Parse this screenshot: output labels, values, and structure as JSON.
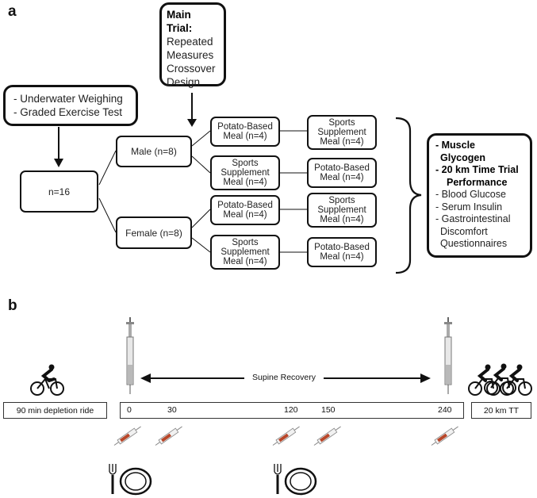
{
  "panel_a": {
    "label": "a",
    "main_trial": {
      "title": "Main Trial:",
      "lines": [
        "Repeated",
        "Measures",
        "Crossover",
        "Design"
      ]
    },
    "pretests": [
      "- Underwater Weighing",
      "- Graded Exercise Test"
    ],
    "total": "n=16",
    "groups": [
      {
        "label": "Male (n=8)",
        "rows": [
          {
            "first": [
              "Potato-Based",
              "Meal (n=4)"
            ],
            "second": [
              "Sports",
              "Supplement",
              "Meal (n=4)"
            ]
          },
          {
            "first": [
              "Sports",
              "Supplement",
              "Meal (n=4)"
            ],
            "second": [
              "Potato-Based",
              "Meal (n=4)"
            ]
          }
        ]
      },
      {
        "label": "Female (n=8)",
        "rows": [
          {
            "first": [
              "Potato-Based",
              "Meal (n=4)"
            ],
            "second": [
              "Sports",
              "Supplement",
              "Meal (n=4)"
            ]
          },
          {
            "first": [
              "Sports",
              "Supplement",
              "Meal (n=4)"
            ],
            "second": [
              "Potato-Based",
              "Meal (n=4)"
            ]
          }
        ]
      }
    ],
    "outcomes": {
      "primary": [
        "- Muscle",
        "Glycogen",
        "- 20 km Time Trial",
        "Performance"
      ],
      "secondary": [
        "- Blood Glucose",
        "- Serum Insulin",
        "- Gastrointestinal",
        "Discomfort",
        "Questionnaires"
      ]
    }
  },
  "panel_b": {
    "label": "b",
    "depletion": "90 min depletion ride",
    "recovery": "Supine Recovery",
    "ticks": [
      "0",
      "30",
      "120",
      "150",
      "240"
    ],
    "tt": "20 km TT"
  }
}
